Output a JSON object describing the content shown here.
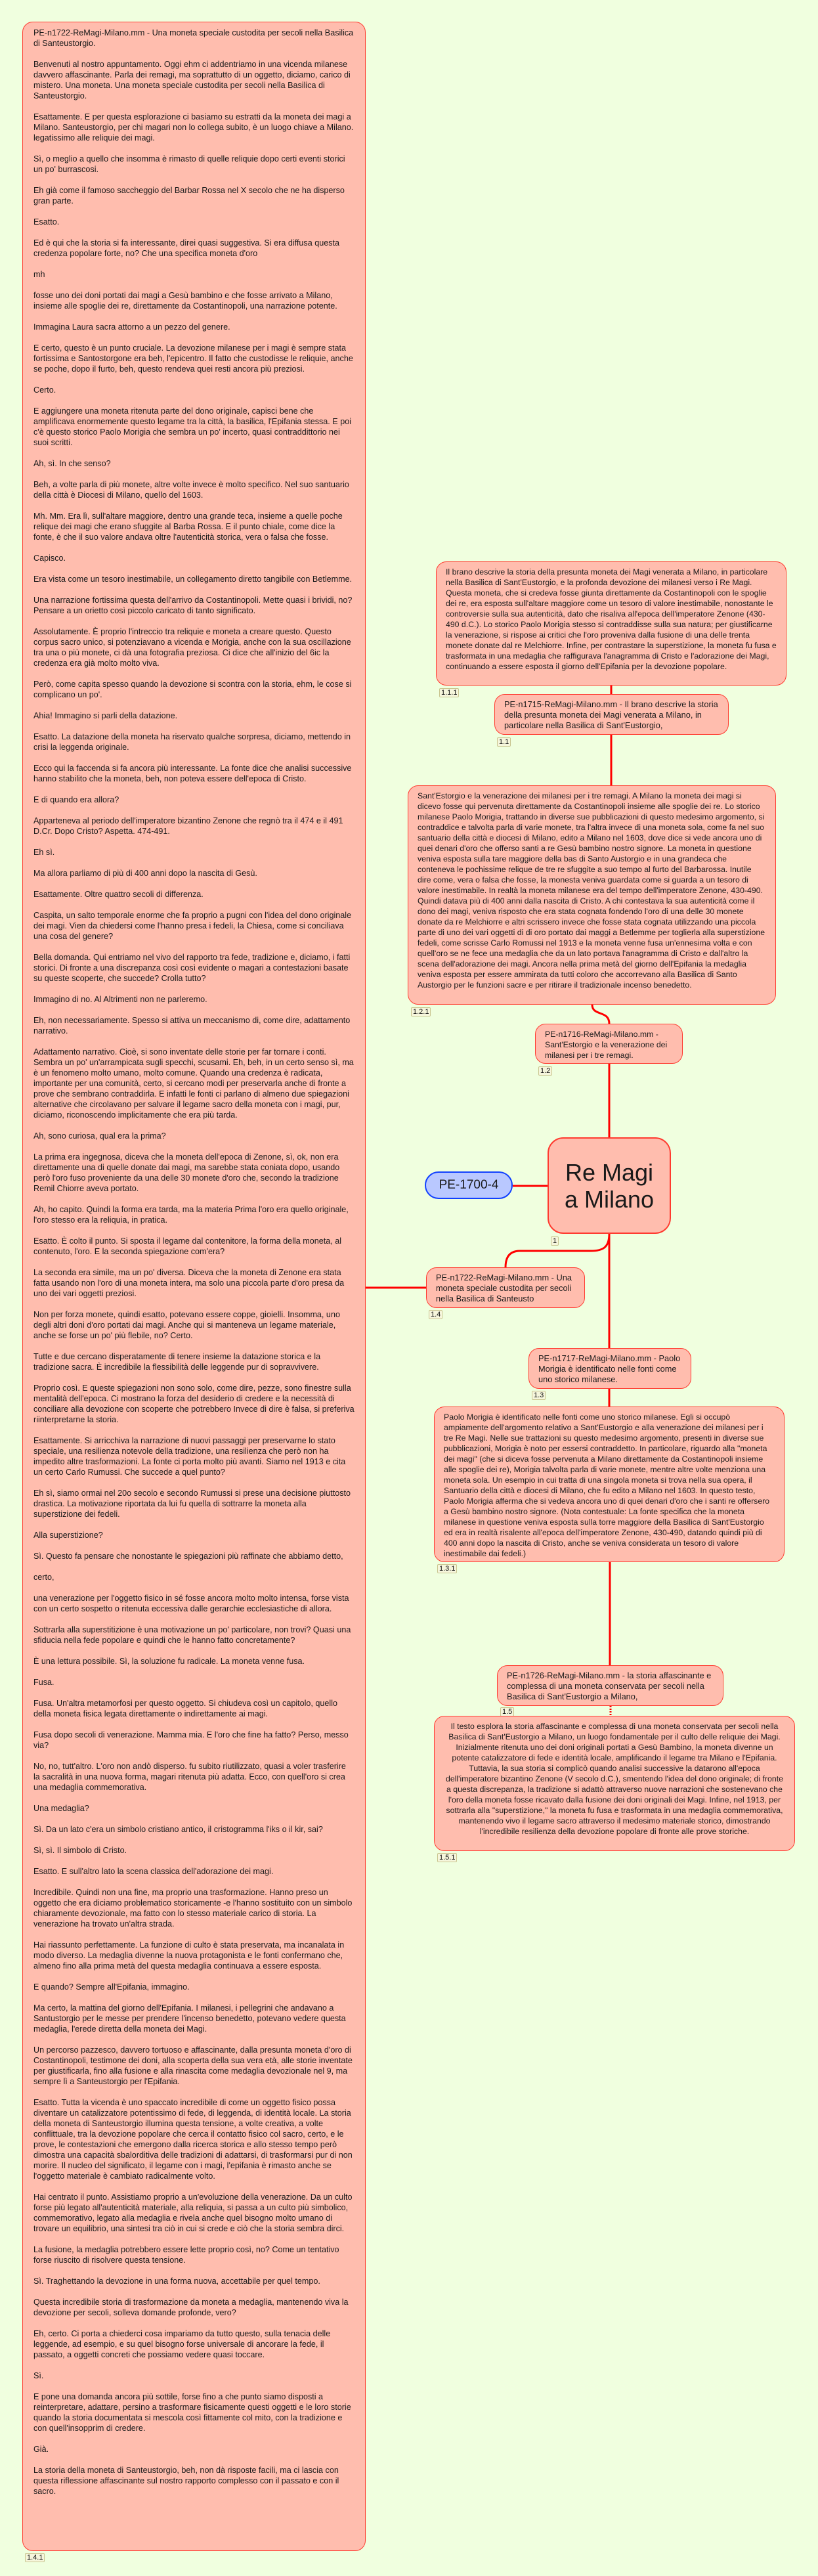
{
  "root": {
    "title": "Re Magi a Milano",
    "label": "1"
  },
  "side_node": {
    "title": "PE-1700-4"
  },
  "nodes": {
    "n111": {
      "text": "Il brano descrive la storia della presunta moneta dei Magi venerata a Milano, in particolare nella Basilica di Sant'Eustorgio, e la profonda devozione dei milanesi verso i Re Magi. Questa moneta, che si credeva fosse giunta direttamente da Costantinopoli con le spoglie dei re, era esposta sull'altare maggiore come un tesoro di valore inestimabile, nonostante le controversie sulla sua autenticità, dato che risaliva all'epoca dell'imperatore Zenone (430-490 d.C.). Lo storico Paolo Morigia stesso si contraddisse sulla sua natura; per giustificarne la venerazione, si rispose ai critici che l'oro proveniva dalla fusione di una delle trenta monete donate dal re Melchiorre. Infine, per contrastare la superstizione, la moneta fu fusa e trasformata in una medaglia che raffigurava l'anagramma di Cristo e l'adorazione dei Magi, continuando a essere esposta il giorno dell'Epifania per la devozione popolare.",
      "label": "1.1.1"
    },
    "n11": {
      "text": "PE-n1715-ReMagi-Milano.mm - Il brano descrive la storia della presunta moneta dei Magi venerata a Milano, in particolare nella Basilica di Sant'Eustorgio,",
      "label": "1.1"
    },
    "n121": {
      "text": "Sant'Estorgio e la venerazione dei milanesi per i tre remagi. A Milano la moneta dei magi si dicevo fosse qui pervenuta direttamente da Costantinopoli insieme alle spoglie dei re. Lo storico milanese Paolo Morigia, trattando in diverse sue pubblicazioni di questo medesimo argomento, si contraddice e talvolta parla di varie monete, tra l'altra invece di una moneta sola, come fa nel suo santuario della città e diocesi di Milano, edito a Milano nel 1603, dove dice si vede ancora uno di quei denari d'oro che offerso santi a re Gesù bambino nostro signore. La moneta in questione veniva esposta sulla tare maggiore della bas di Santo Austorgio e in una grandeca che conteneva le pochissime relique de tre re sfuggite a suo tempo al furto del Barbarossa. Inutile dire come, vera o falsa che fosse, la monesta veniva guardata come si guarda a un tesoro di valore inestimabile. In realtà la moneta milanese era del tempo dell'imperatore Zenone, 430-490. Quindi datava più di 400 anni dalla nascita di Cristo. A chi contestava la sua autenticità come il dono dei magi, veniva risposto che era stata cognata fondendo l'oro di una delle 30 monete donate da re Melchiorre e altri scrissero invece che fosse stata cognata utilizzando una piccola parte di uno dei vari oggetti di di oro portato dai maggi a Betlemme per toglierla alla superstizione fedeli, come scrisse Carlo Romussi nel 1913 e la moneta venne fusa un'ennesima volta e con quell'oro se ne fece una medaglia che da un lato portava l'anagramma di Cristo e dall'altro la scena dell'adorazione dei magi. Ancora nella prima metà del giorno dell'Epifania la medaglia veniva esposta per essere ammirata da tutti coloro che accorrevano alla Basilica di Santo Austorgio per le funzioni sacre e per ritirare il tradizionale incenso benedetto.",
      "label": "1.2.1"
    },
    "n12": {
      "text": "PE-n1716-ReMagi-Milano.mm - Sant'Estorgio e la venerazione dei milanesi per i tre remagi.",
      "label": "1.2"
    },
    "n14": {
      "text": "PE-n1722-ReMagi-Milano.mm - Una moneta speciale custodita per secoli nella Basilica di Santeusto",
      "label": "1.4"
    },
    "n13": {
      "text": "PE-n1717-ReMagi-Milano.mm - Paolo Morigia è identificato nelle fonti come uno storico milanese.",
      "label": "1.3"
    },
    "n131": {
      "text": "Paolo Morigia è identificato nelle fonti come uno storico milanese. Egli si occupò ampiamente dell'argomento relativo a Sant'Eustorgio e alla venerazione dei milanesi per i tre Re Magi. Nelle sue trattazioni su questo medesimo argomento, presenti in diverse sue pubblicazioni, Morigia è noto per essersi contraddetto. In particolare, riguardo alla \"moneta dei magi\" (che si diceva fosse pervenuta a Milano direttamente da Costantinopoli insieme alle spoglie dei re), Morigia talvolta parla di varie monete, mentre altre volte menziona una moneta sola. Un esempio in cui tratta di una singola moneta si trova nella sua opera, il Santuario della città e diocesi di Milano, che fu edito a Milano nel 1603. In questo testo, Paolo Morigia afferma che si vedeva ancora uno di quei denari d'oro che i santi re offersero a Gesù bambino nostro signore. (Nota contestuale: La fonte specifica che la moneta milanese in questione veniva esposta sulla torre maggiore della Basilica di Sant'Eustorgio ed era in realtà risalente all'epoca dell'imperatore Zenone, 430-490, datando quindi più di 400 anni dopo la nascita di Cristo, anche se veniva considerata un tesoro di valore inestimabile dai fedeli.)",
      "label": "1.3.1"
    },
    "n15": {
      "text": "PE-n1726-ReMagi-Milano.mm - la storia affascinante e complessa di una moneta conservata per secoli nella Basilica di Sant'Eustorgio a Milano,",
      "label": "1.5"
    },
    "n151": {
      "text": "Il testo esplora la storia affascinante e complessa di una moneta conservata per secoli nella Basilica di Sant'Eustorgio a Milano, un luogo fondamentale per il culto delle reliquie dei Magi. Inizialmente ritenuta uno dei doni originali portati a Gesù Bambino, la moneta divenne un potente catalizzatore di fede e identità locale, amplificando il legame tra Milano e l'Epifania. Tuttavia, la sua storia si complicò quando analisi successive la datarono all'epoca dell'imperatore bizantino Zenone (V secolo d.C.), smentendo l'idea del dono originale; di fronte a questa discrepanza, la tradizione si adattò attraverso nuove narrazioni che sostenevano che l'oro della moneta fosse ricavato dalla fusione dei doni originali dei Magi. Infine, nel 1913, per sottrarla alla \"superstizione,\" la moneta fu fusa e trasformata in una medaglia commemorativa, mantenendo vivo il legame sacro attraverso il medesimo materiale storico, dimostrando l'incredibile resilienza della devozione popolare di fronte alle prove storiche.",
      "label": "1.5.1"
    }
  },
  "transcript": {
    "label": "1.4.1",
    "paragraphs": [
      "PE-n1722-ReMagi-Milano.mm - Una moneta speciale custodita per secoli nella Basilica di Santeustorgio.",
      "Benvenuti al nostro appuntamento. Oggi ehm ci addentriamo in una vicenda milanese davvero affascinante. Parla dei remagi, ma soprattutto di un oggetto, diciamo, carico di mistero. Una moneta. Una moneta speciale custodita per secoli nella Basilica di Santeustorgio.",
      "Esattamente. E per questa esplorazione ci basiamo su estratti da la moneta dei magi a Milano. Santeustorgio, per chi magari non lo collega subito, è un luogo chiave a Milano. legatissimo alle reliquie dei magi.",
      "Sì, o meglio a quello che insomma è rimasto di quelle reliquie dopo certi eventi storici un po' burrascosi.",
      "Eh già come il famoso saccheggio del Barbar Rossa nel X secolo che ne ha disperso gran parte.",
      "Esatto.",
      "Ed è qui che la storia si fa interessante, direi quasi suggestiva. Si era diffusa questa credenza popolare forte, no? Che una specifica moneta d'oro",
      "mh",
      "fosse uno dei doni portati dai magi a Gesù bambino e che fosse arrivato a Milano, insieme alle spoglie dei re, direttamente da Costantinopoli, una narrazione potente.",
      "Immagina Laura sacra attorno a un pezzo del genere.",
      "E certo, questo è un punto cruciale. La devozione milanese per i magi è sempre stata fortissima e Santostorgone era beh, l'epicentro. Il fatto che custodisse le reliquie, anche se poche, dopo il furto, beh, questo rendeva quei resti ancora più preziosi.",
      "Certo.",
      "E aggiungere una moneta ritenuta parte del dono originale, capisci bene che amplificava enormemente questo legame tra la città, la basilica, l'Epifania stessa. E poi c'è questo storico Paolo Morigia che sembra un po' incerto, quasi contraddittorio nei suoi scritti.",
      "Ah, sì. In che senso?",
      "Beh, a volte parla di più monete, altre volte invece è molto specifico. Nel suo santuario della città è Diocesi di Milano, quello del 1603.",
      "Mh. Mm. Era lì, sull'altare maggiore, dentro una grande teca, insieme a quelle poche relique dei magi che erano sfuggite al Barba Rossa. E il punto chiale, come dice la fonte, è che il suo valore andava oltre l'autenticità storica, vera o falsa che fosse.",
      "Capisco.",
      "Era vista come un tesoro inestimabile, un collegamento diretto tangibile con Betlemme.",
      "Una narrazione fortissima questa dell'arrivo da Costantinopoli. Mette quasi i brividi, no? Pensare a un orietto così piccolo caricato di tanto significato.",
      "Assolutamente. È proprio l'intreccio tra reliquie e moneta a creare questo. Questo corpus sacro unico, si potenziavano a vicenda e Morigia, anche con la sua oscillazione tra una o più monete, ci dà una fotografia preziosa. Ci dice che all'inizio del 6ic la credenza era già molto molto viva.",
      "Però, come capita spesso quando la devozione si scontra con la storia, ehm, le cose si complicano un po'.",
      "Ahia! Immagino si parli della datazione.",
      "Esatto. La datazione della moneta ha riservato qualche sorpresa, diciamo, mettendo in crisi la leggenda originale.",
      "Ecco qui la faccenda si fa ancora più interessante. La fonte dice che analisi successive hanno stabilito che la moneta, beh, non poteva essere dell'epoca di Cristo.",
      "E di quando era allora?",
      "Apparteneva al periodo dell'imperatore bizantino Zenone che regnò tra il 474 e il 491 D.Cr. Dopo Cristo? Aspetta. 474-491.",
      "Eh sì.",
      "Ma allora parliamo di più di 400 anni dopo la nascita di Gesù.",
      "Esattamente. Oltre quattro secoli di differenza.",
      "Caspita, un salto temporale enorme che fa proprio a pugni con l'idea del dono originale dei magi. Vien da chiedersi come l'hanno presa i fedeli, la Chiesa, come si conciliava una cosa del genere?",
      "Bella domanda. Qui entriamo nel vivo del rapporto tra fede, tradizione e, diciamo, i fatti storici. Di fronte a una discrepanza così così evidente o magari a contestazioni basate su queste scoperte, che succede? Crolla tutto?",
      "Immagino di no. Al Altrimenti non ne parleremo.",
      "Eh, non necessariamente. Spesso si attiva un meccanismo di, come dire, adattamento narrativo.",
      "Adattamento narrativo. Cioè, si sono inventate delle storie per far tornare i conti. Sembra un po' un'arrampicata sugli specchi, scusami. Eh, beh, in un certo senso sì, ma è un fenomeno molto umano, molto comune. Quando una credenza è radicata, importante per una comunità, certo, si cercano modi per preservarla anche di fronte a prove che sembrano contraddirla. E infatti le fonti ci parlano di almeno due spiegazioni alternative che circolavano per salvare il legame sacro della moneta con i magi, pur, diciamo, riconoscendo implicitamente che era più tarda.",
      "Ah, sono curiosa, qual era la prima?",
      "La prima era ingegnosa, diceva che la moneta dell'epoca di Zenone, sì, ok, non era direttamente una di quelle donate dai magi, ma sarebbe stata coniata dopo, usando però l'oro fuso proveniente da una delle 30 monete d'oro che, secondo la tradizione Remil Chiorre aveva portato.",
      "Ah, ho capito. Quindi la forma era tarda, ma la materia Prima l'oro era quello originale, l'oro stesso era la reliquia, in pratica.",
      "Esatto. È colto il punto. Si sposta il legame dal contenitore, la forma della moneta, al contenuto, l'oro. E la seconda spiegazione com'era?",
      "La seconda era simile, ma un po' diversa. Diceva che la moneta di Zenone era stata fatta usando non l'oro di una moneta intera, ma solo una piccola parte d'oro presa da uno dei vari oggetti preziosi.",
      "Non per forza monete, quindi esatto, potevano essere coppe, gioielli. Insomma, uno degli altri doni d'oro portati dai magi. Anche qui si manteneva un legame materiale, anche se forse un po' più flebile, no? Certo.",
      "Tutte e due cercano disperatamente di tenere insieme la datazione storica e la tradizione sacra. È incredibile la flessibilità delle leggende pur di sopravvivere.",
      "Proprio così. E queste spiegazioni non sono solo, come dire, pezze, sono finestre sulla mentalità dell'epoca. Ci mostrano la forza del desiderio di credere e la necessità di conciliare alla devozione con scoperte che potrebbero Invece di dire è falsa, si preferiva riinterpretarne la storia.",
      "Esattamente. Si arricchiva la narrazione di nuovi passaggi per preservarne lo stato speciale, una resilienza notevole della tradizione, una resilienza che però non ha impedito altre trasformazioni. La fonte ci porta molto più avanti. Siamo nel 1913 e cita un certo Carlo Rumussi. Che succede a quel punto?",
      "Eh sì, siamo ormai nel 20o secolo e secondo Rumussi si prese una decisione piuttosto drastica. La motivazione riportata da lui fu quella di sottrarre la moneta alla superstizione dei fedeli.",
      "Alla superstizione?",
      "Sì. Questo fa pensare che nonostante le spiegazioni più raffinate che abbiamo detto,",
      "certo,",
      "una venerazione per l'oggetto fisico in sé fosse ancora molto molto intensa, forse vista con un certo sospetto o ritenuta eccessiva dalle gerarchie ecclesiastiche di allora.",
      "Sottrarla alla superstitizione è una motivazione un po' particolare, non trovi? Quasi una sfiducia nella fede popolare e quindi che le hanno fatto concretamente?",
      "È una lettura possibile. Sì, la soluzione fu radicale. La moneta venne fusa.",
      "Fusa.",
      "Fusa. Un'altra metamorfosi per questo oggetto. Si chiudeva così un capitolo, quello della moneta fisica legata direttamente o indirettamente ai magi.",
      "Fusa dopo secoli di venerazione. Mamma mia. E l'oro che fine ha fatto? Perso, messo via?",
      "No, no, tutt'altro. L'oro non andò disperso. fu subito riutilizzato, quasi a voler trasferire la sacralità in una nuova forma, magari ritenuta più adatta. Ecco, con quell'oro si crea una medaglia commemorativa.",
      "Una medaglia?",
      "Sì. Da un lato c'era un simbolo cristiano antico, il cristogramma l'iks o il kir, sai?",
      "Sì, sì. Il simbolo di Cristo.",
      "Esatto. E sull'altro lato la scena classica dell'adorazione dei magi.",
      "Incredibile. Quindi non una fine, ma proprio una trasformazione. Hanno preso un oggetto che era diciamo problematico storicamente -e l'hanno sostituito con un simbolo chiaramente devozionale, ma fatto con lo stesso materiale carico di storia. La venerazione ha trovato un'altra strada.",
      "Hai riassunto perfettamente. La funzione di culto è stata preservata, ma incanalata in modo diverso. La medaglia divenne la nuova protagonista e le fonti confermano che, almeno fino alla prima metà del questa medaglia continuava a essere esposta.",
      "E quando? Sempre all'Epifania, immagino.",
      "Ma certo, la mattina del giorno dell'Epifania. I milanesi, i pellegrini che andavano a Santustorgio per le messe per prendere l'incenso benedetto, potevano vedere questa medaglia, l'erede diretta della moneta dei Magi.",
      "Un percorso pazzesco, davvero tortuoso e affascinante, dalla presunta moneta d'oro di Costantinopoli, testimone dei doni, alla scoperta della sua vera età, alle storie inventate per giustificarla, fino alla fusione e alla rinascita come medaglia devozionale nel 9, ma sempre lì a Santeustorgio per l'Epifania.",
      "Esatto. Tutta la vicenda è uno spaccato incredibile di come un oggetto fisico possa diventare un catalizzatore potentissimo di fede, di leggenda, di identità locale. La storia della moneta di Santeustorgio illumina questa tensione, a volte creativa, a volte conflittuale, tra la devozione popolare che cerca il contatto fisico col sacro, certo, e le prove, le contestazioni che emergono dalla ricerca storica e allo stesso tempo però dimostra una capacità sbalorditiva delle tradizioni di adattarsi, di trasformarsi pur di non morire. Il nucleo del significato, il legame con i magi, l'epifania è rimasto anche se l'oggetto materiale è cambiato radicalmente volto.",
      "Hai centrato il punto. Assistiamo proprio a un'evoluzione della venerazione. Da un culto forse più legato all'autenticità materiale, alla reliquia, si passa a un culto più simbolico, commemorativo, legato alla medaglia e rivela anche quel bisogno molto umano di trovare un equilibrio, una sintesi tra ciò in cui si crede e ciò che la storia sembra dirci.",
      "La fusione, la medaglia potrebbero essere lette proprio così, no? Come un tentativo forse riuscito di risolvere questa tensione.",
      "Sì. Traghettando la devozione in una forma nuova, accettabile per quel tempo.",
      "Questa incredibile storia di trasformazione da moneta a medaglia, mantenendo viva la devozione per secoli, solleva domande profonde, vero?",
      "Eh, certo. Ci porta a chiederci cosa impariamo da tutto questo, sulla tenacia delle leggende, ad esempio, e su quel bisogno forse universale di ancorare la fede, il passato, a oggetti concreti che possiamo vedere quasi toccare.",
      "Sì.",
      "E pone una domanda ancora più sottile, forse fino a che punto siamo disposti a reinterpretare, adattare, persino a trasformare fisicamente questi oggetti e le loro storie quando la storia documentata si mescola così fittamente col mito, con la tradizione e con quell'insopprim di credere.",
      "Già.",
      "La storia della moneta di Santeustorgio, beh, non dà risposte facili, ma ci lascia con questa riflessione affascinante sul nostro rapporto complesso con il passato e con il sacro."
    ]
  },
  "colors": {
    "background": "#f0ffdf",
    "node_fill": "#ffbdae",
    "node_border": "#ff3b30",
    "link": "#ff0000",
    "side_fill": "#b9c8ff",
    "side_border": "#1040ff"
  }
}
